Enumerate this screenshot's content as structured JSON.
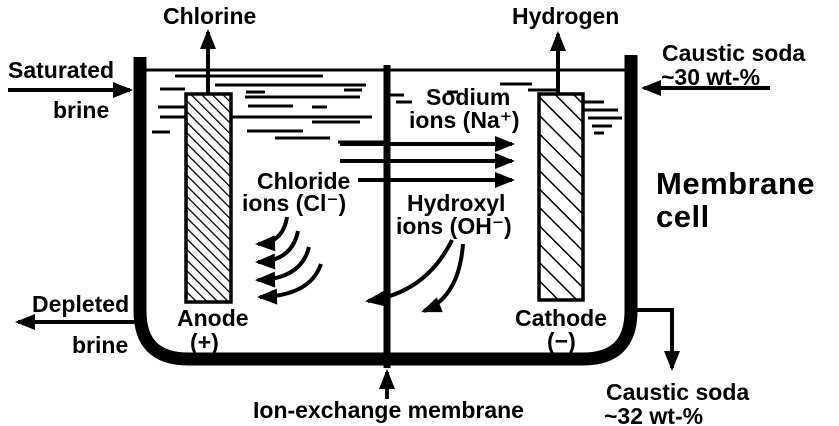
{
  "colors": {
    "ink": "#000000",
    "paper": "#ffffff"
  },
  "title": {
    "line1": "Membrane",
    "line2": "cell"
  },
  "gas_outlets": {
    "chlorine": "Chlorine",
    "hydrogen": "Hydrogen"
  },
  "inlets": {
    "saturated_brine_line1": "Saturated",
    "saturated_brine_line2": "brine",
    "caustic_in_line1": "Caustic soda",
    "caustic_in_line2": "~30 wt-%"
  },
  "outlets": {
    "depleted_brine_line1": "Depleted",
    "depleted_brine_line2": "brine",
    "caustic_out_line1": "Caustic soda",
    "caustic_out_line2": "~32 wt-%"
  },
  "ions": {
    "sodium_line1": "Sodium",
    "sodium_line2": "ions (Na⁺)",
    "chloride_line1": "Chloride",
    "chloride_line2": "ions (Cl⁻)",
    "hydroxyl_line1": "Hydroxyl",
    "hydroxyl_line2": "ions (OH⁻)"
  },
  "electrodes": {
    "anode_line1": "Anode",
    "anode_line2": "(+)",
    "cathode_line1": "Cathode",
    "cathode_line2": "(−)"
  },
  "membrane_label": "Ion-exchange membrane"
}
